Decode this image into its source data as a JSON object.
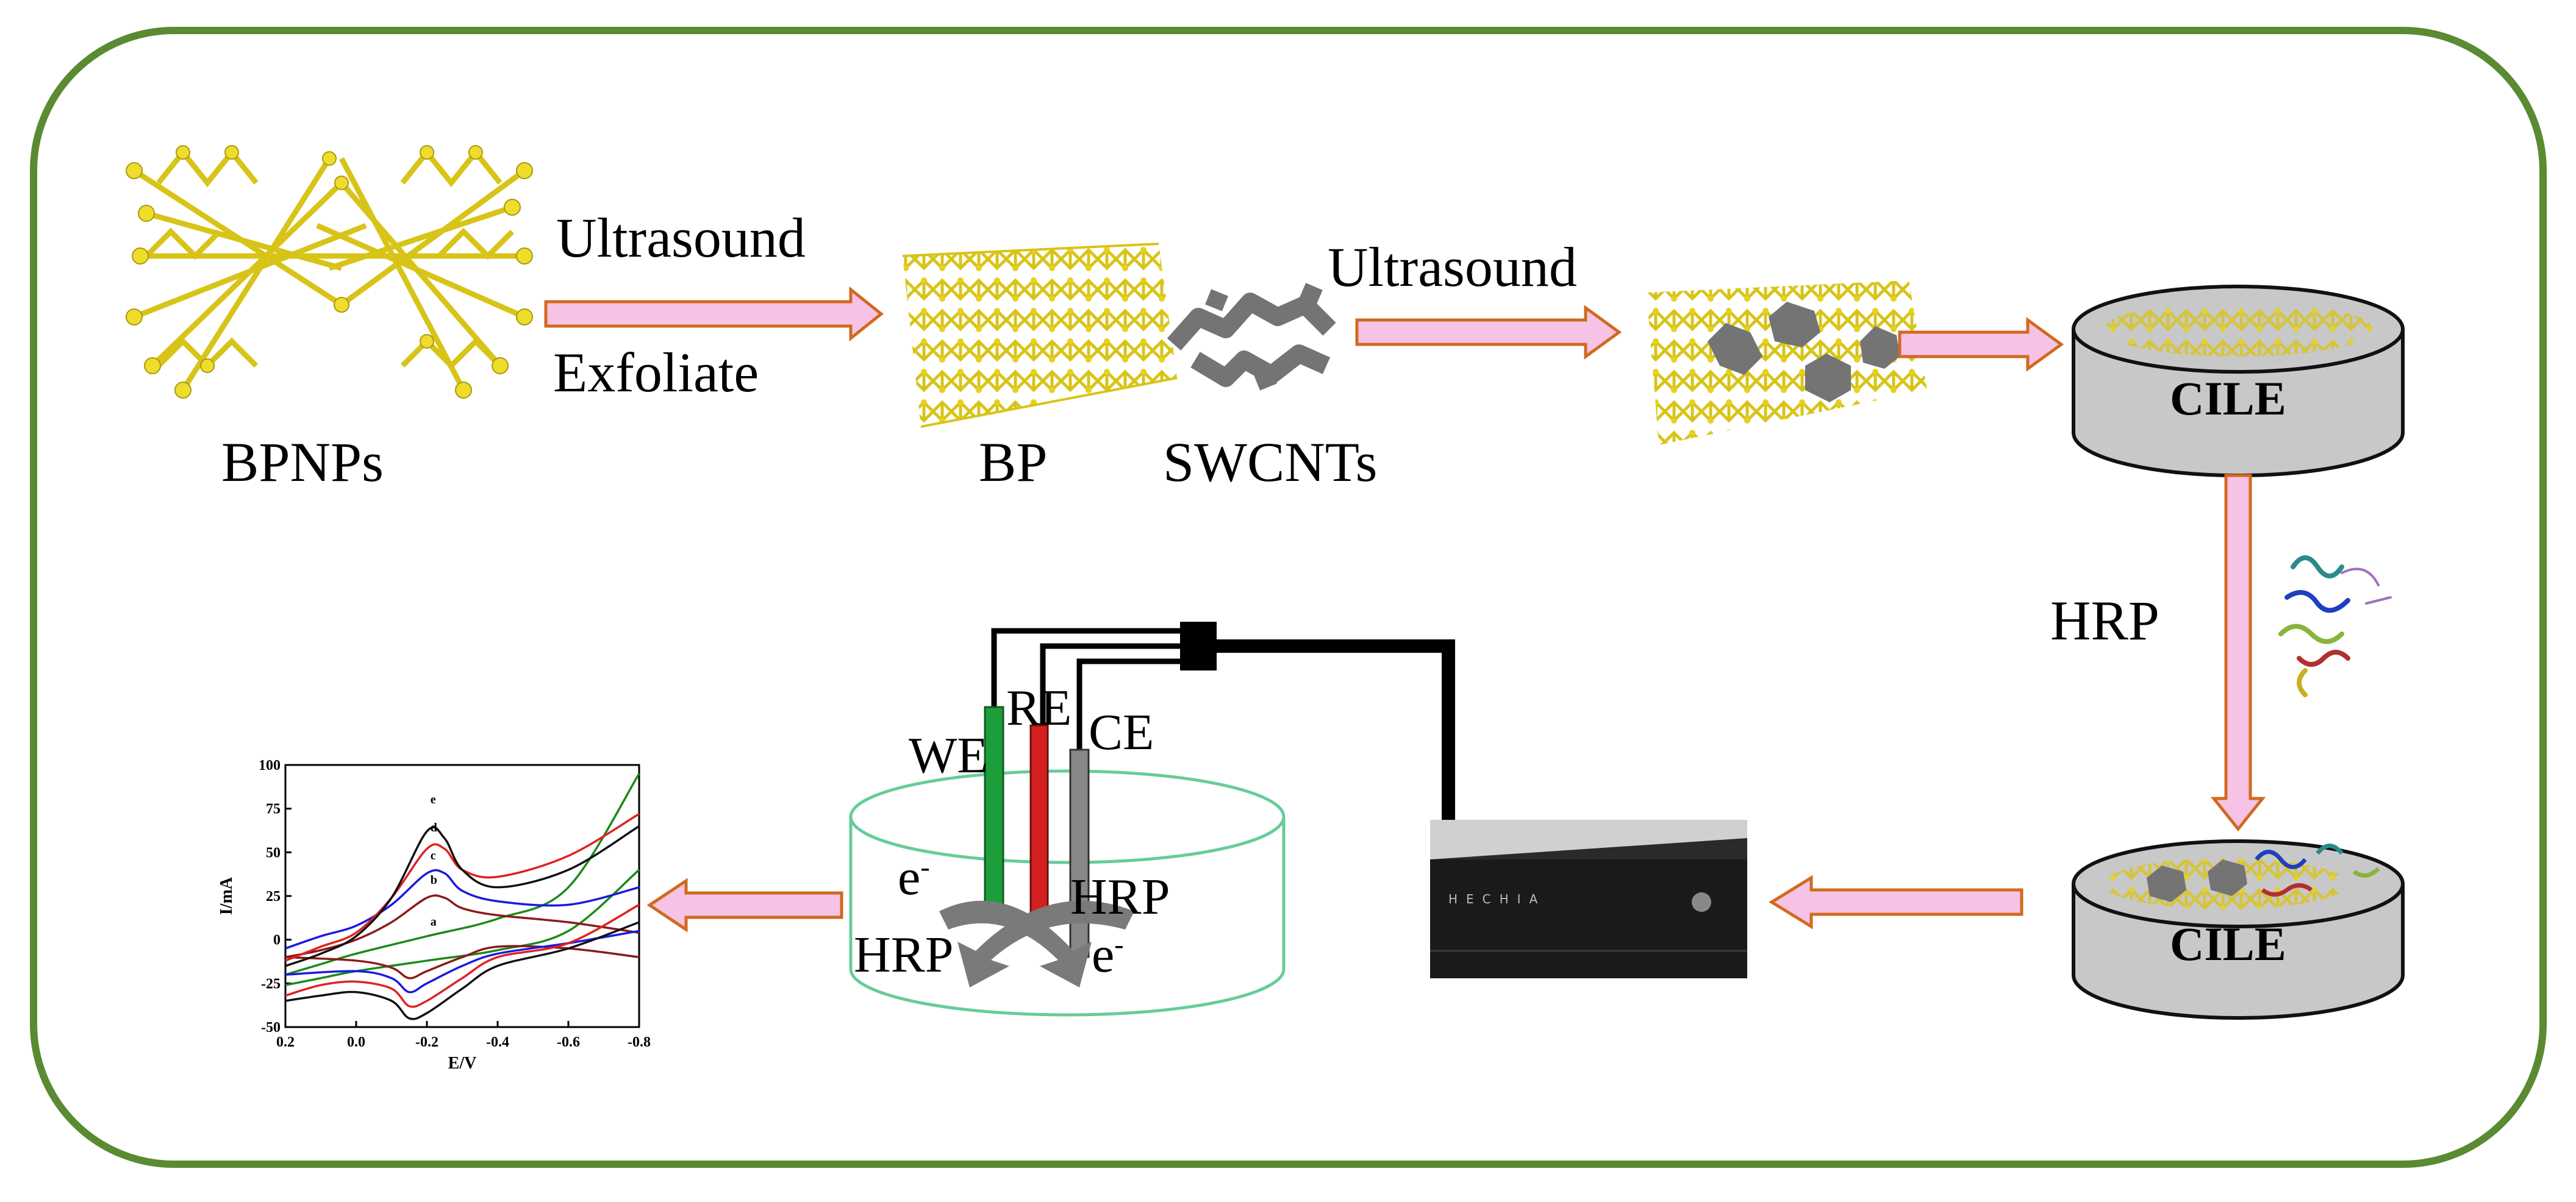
{
  "labels": {
    "bpnps": "BPNPs",
    "ultrasound_1": "Ultrasound",
    "exfoliate": "Exfoliate",
    "bp": "BP",
    "swcnts": "SWCNTs",
    "ultrasound_2": "Ultrasound",
    "cile_top": "CILE",
    "hrp_side": "HRP",
    "cile_bottom": "CILE",
    "we": "WE",
    "re": "RE",
    "ce": "CE",
    "hrp_left": "HRP",
    "hrp_right": "HRP",
    "e_left": "e",
    "e_right": "e",
    "minus": "-",
    "instrument_brand": "HECHIA"
  },
  "colors": {
    "frame": "#5a8a32",
    "arrow_fill": "#f6c3e6",
    "arrow_stroke": "#d2691e",
    "bp_yellow": "#e6d21e",
    "carbon_gray": "#707070",
    "electrode_fill": "#c8c8c8",
    "we_green": "#1e9e3a",
    "re_red": "#d42020",
    "beaker": "#66cc99"
  },
  "chart_data": {
    "type": "line",
    "xlabel": "E/V",
    "ylabel": "I/mA",
    "xlim": [
      0.2,
      -0.8
    ],
    "ylim": [
      -50,
      100
    ],
    "x_ticks": [
      "0.2",
      "0.0",
      "-0.2",
      "-0.4",
      "-0.6",
      "-0.8"
    ],
    "y_ticks": [
      "100",
      "75",
      "50",
      "25",
      "0",
      "-25",
      "-50"
    ],
    "curve_labels": [
      "e",
      "d",
      "c",
      "b",
      "a"
    ],
    "series": [
      {
        "name": "a",
        "color": "#1a8a1a",
        "forward": [
          [
            0.2,
            -20
          ],
          [
            0.1,
            -14
          ],
          [
            0,
            -8
          ],
          [
            -0.2,
            2
          ],
          [
            -0.4,
            12
          ],
          [
            -0.6,
            30
          ],
          [
            -0.8,
            95
          ]
        ],
        "reverse": [
          [
            -0.8,
            40
          ],
          [
            -0.6,
            5
          ],
          [
            -0.4,
            -6
          ],
          [
            -0.2,
            -12
          ],
          [
            0,
            -18
          ],
          [
            0.1,
            -22
          ],
          [
            0.2,
            -26
          ]
        ]
      },
      {
        "name": "b",
        "color": "#8b1a1a",
        "forward": [
          [
            0.2,
            -10
          ],
          [
            0.1,
            -6
          ],
          [
            0,
            0
          ],
          [
            -0.1,
            10
          ],
          [
            -0.2,
            24
          ],
          [
            -0.25,
            24
          ],
          [
            -0.3,
            18
          ],
          [
            -0.4,
            14
          ],
          [
            -0.6,
            10
          ],
          [
            -0.8,
            4
          ]
        ],
        "reverse": [
          [
            -0.8,
            -10
          ],
          [
            -0.6,
            -5
          ],
          [
            -0.4,
            -4
          ],
          [
            -0.3,
            -10
          ],
          [
            -0.2,
            -18
          ],
          [
            -0.15,
            -22
          ],
          [
            -0.1,
            -16
          ],
          [
            0,
            -12
          ],
          [
            0.2,
            -10
          ]
        ]
      },
      {
        "name": "c",
        "color": "#1a1ae0",
        "forward": [
          [
            0.2,
            -5
          ],
          [
            0.1,
            2
          ],
          [
            0,
            8
          ],
          [
            -0.1,
            20
          ],
          [
            -0.2,
            38
          ],
          [
            -0.25,
            38
          ],
          [
            -0.3,
            28
          ],
          [
            -0.4,
            22
          ],
          [
            -0.6,
            20
          ],
          [
            -0.8,
            30
          ]
        ],
        "reverse": [
          [
            -0.8,
            5
          ],
          [
            -0.6,
            -2
          ],
          [
            -0.4,
            -8
          ],
          [
            -0.3,
            -15
          ],
          [
            -0.2,
            -25
          ],
          [
            -0.15,
            -30
          ],
          [
            -0.1,
            -22
          ],
          [
            0,
            -18
          ],
          [
            0.2,
            -20
          ]
        ]
      },
      {
        "name": "d",
        "color": "#e02020",
        "forward": [
          [
            0.2,
            -12
          ],
          [
            0.1,
            -4
          ],
          [
            0,
            4
          ],
          [
            -0.1,
            24
          ],
          [
            -0.2,
            52
          ],
          [
            -0.25,
            52
          ],
          [
            -0.3,
            40
          ],
          [
            -0.4,
            36
          ],
          [
            -0.6,
            48
          ],
          [
            -0.8,
            72
          ]
        ],
        "reverse": [
          [
            -0.8,
            20
          ],
          [
            -0.6,
            -2
          ],
          [
            -0.4,
            -10
          ],
          [
            -0.3,
            -22
          ],
          [
            -0.2,
            -35
          ],
          [
            -0.15,
            -38
          ],
          [
            -0.1,
            -28
          ],
          [
            0,
            -24
          ],
          [
            0.1,
            -26
          ],
          [
            0.2,
            -32
          ]
        ]
      },
      {
        "name": "e",
        "color": "#111111",
        "forward": [
          [
            0.2,
            -15
          ],
          [
            0.1,
            -8
          ],
          [
            0,
            2
          ],
          [
            -0.1,
            24
          ],
          [
            -0.2,
            62
          ],
          [
            -0.25,
            58
          ],
          [
            -0.3,
            40
          ],
          [
            -0.4,
            30
          ],
          [
            -0.6,
            40
          ],
          [
            -0.8,
            65
          ]
        ],
        "reverse": [
          [
            -0.8,
            10
          ],
          [
            -0.6,
            -5
          ],
          [
            -0.4,
            -15
          ],
          [
            -0.3,
            -28
          ],
          [
            -0.2,
            -42
          ],
          [
            -0.15,
            -45
          ],
          [
            -0.1,
            -35
          ],
          [
            0,
            -30
          ],
          [
            0.1,
            -32
          ],
          [
            0.2,
            -35
          ]
        ]
      }
    ]
  }
}
